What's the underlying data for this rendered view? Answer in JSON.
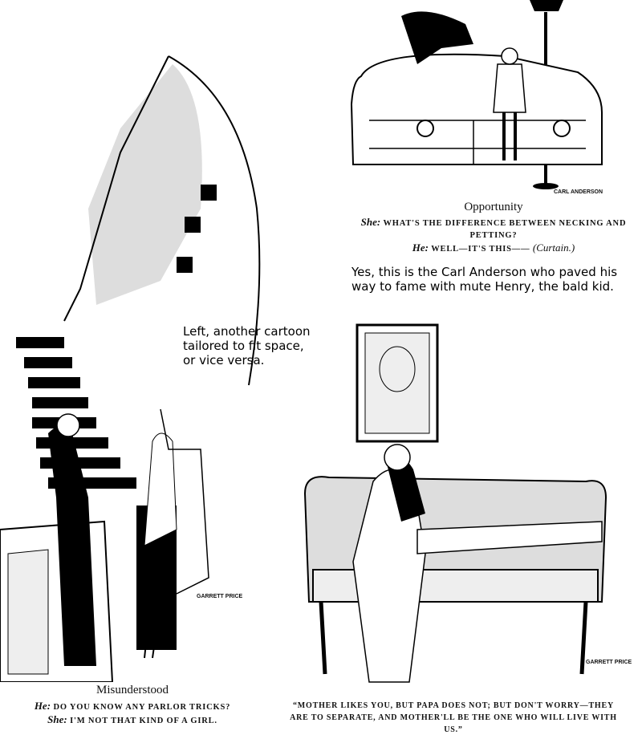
{
  "top_cartoon": {
    "signature": "Carl Anderson",
    "title": "Opportunity",
    "lines": [
      {
        "speaker": "She:",
        "text": "What's the difference between necking and petting?"
      },
      {
        "speaker": "He:",
        "text": "Well—it's this——",
        "aside": "(Curtain.)"
      }
    ]
  },
  "annotations": {
    "right_note": "Yes, this is the Carl Anderson who paved his way to fame with mute Henry, the bald kid.",
    "left_note": "Left, another cartoon tailored to fit space, or vice versa."
  },
  "left_cartoon": {
    "signature": "Garrett Price",
    "title": "Misunderstood",
    "lines": [
      {
        "speaker": "He:",
        "text": "Do you know any parlor tricks?"
      },
      {
        "speaker": "She:",
        "text": "I'm not that kind of a girl."
      }
    ]
  },
  "bottom_cartoon": {
    "signature": "Garrett Price",
    "caption": "“Mother likes you, but papa does not; but don't worry—they are to separate, and mother'll be the one who will live with us.”"
  }
}
